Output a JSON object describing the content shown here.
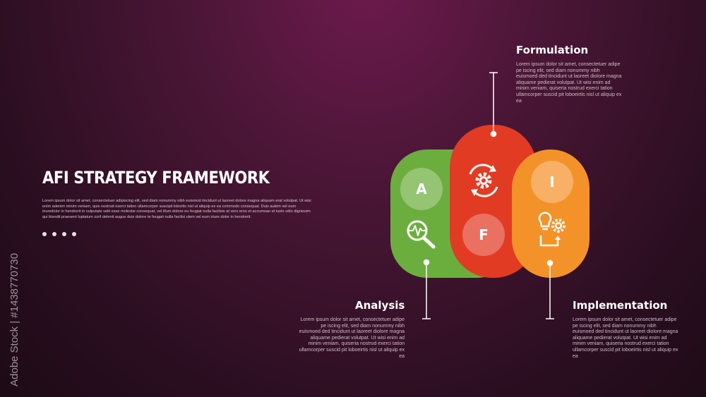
{
  "title": "AFI STRATEGY FRAMEWORK",
  "intro": "Lorem ipsum dolor sit amet, consectetuer adipiscing elit, sed diam nonummy nibh euismod tincidunt ut laoreet dolore magna aliquam erat volutpat. Ut wisi enim adenim minim veniam, quis nostrud exerci tation ullamcorper suscipit lobortis nisl ut aliquip ex ea commodo consequat. Duis autem vel eum iriuredolor in hendrerit in vulputate velit esse molestie consequat, vel illum dolore eu feugiat nulla facilisis at vero eros et accumsan et iusto odio dignissim qui blandit praesent luptatum zzril delenit augue duis dolore te feugait nulla facilisi ulem vel eum iriure dolor in hendrerit.",
  "stages": [
    {
      "letter": "A",
      "name": "Analysis",
      "color": "#6cae3e",
      "icon": "magnifier-pulse-icon",
      "description": "Lorem ipsum dolor sit amet, consectetuer adipe pe iscing elit, sed diam nonummy nibh euismoed ded tincidunt ut laoreet diolore magna aliquame pedierat volutpat. Ut wisi enim ad minim veniam, quiseria nostrud exerci tation ullamcorper suscid pit loboeirtis nisl ut aliquip ex ea"
    },
    {
      "letter": "F",
      "name": "Formulation",
      "color": "#e23b24",
      "icon": "gear-cycle-icon",
      "description": "Lorem ipsum dolor sit amet, consectetuer adipe pe iscing elit, sed diam nonummy nibh euismoed ded tincidunt ut laoreet diolore magna aliquame pedierat volutpat. Ut wisi enim ad minim veniam, quiseria nostrud exerci tation ullamcorper suscid pit loboeirtis nisl ut aliquip ex ea"
    },
    {
      "letter": "I",
      "name": "Implementation",
      "color": "#f4922a",
      "icon": "bulb-gear-icon",
      "description": "Lorem ipsum dolor sit amet, consectetuer adipe pe iscing elit, sed diam nonummy nibh euismoed ded tincidunt ut laoreet diolore magna aliquame pedierat volutpat. Ut wisi enim ad minim veniam, quiseria nostrud exerci tation ullamcorper suscid pit loboeirtis nisl ut aliquip ex ea"
    }
  ],
  "stock_watermark": "Adobe Stock | #1438770730"
}
